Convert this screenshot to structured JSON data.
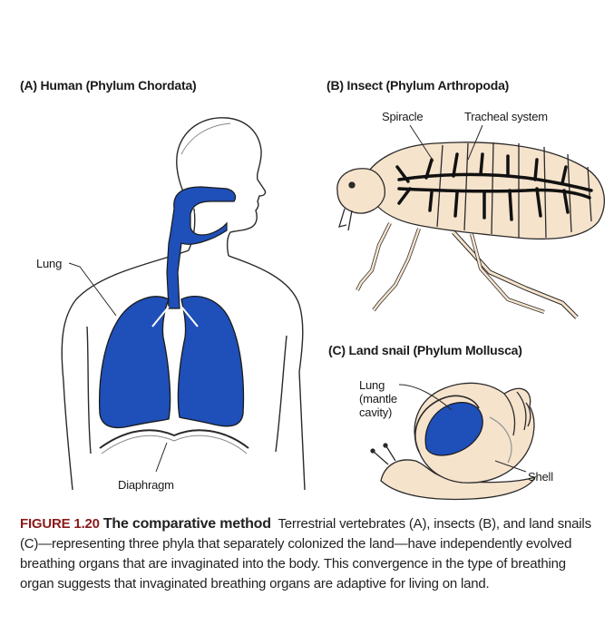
{
  "panels": {
    "human": {
      "title": "(A) Human (Phylum Chordata)",
      "labels": {
        "lung": "Lung",
        "diaphragm": "Diaphragm"
      }
    },
    "insect": {
      "title": "(B) Insect (Phylum Arthropoda)",
      "labels": {
        "spiracle": "Spiracle",
        "tracheal_system": "Tracheal system"
      }
    },
    "snail": {
      "title": "(C) Land snail (Phylum Mollusca)",
      "labels": {
        "lung_line1": "Lung",
        "lung_line2": "(mantle",
        "lung_line3": "cavity)",
        "shell": "Shell"
      }
    }
  },
  "caption": {
    "figure_number": "FIGURE 1.20",
    "title": "The comparative method",
    "text": "Terrestrial vertebrates (A), insects (B), and land snails (C)—representing three phyla that separately colonized the land—have independently evolved breathing organs that are invaginated into the body. This convergence in the type of breathing organ suggests that invaginated breathing organs are adaptive for living on land."
  },
  "colors": {
    "organ_blue": "#1f4fb8",
    "skin": "#f6e3cc",
    "outline": "#2a2a2a",
    "figure_red": "#8b1a1a"
  }
}
